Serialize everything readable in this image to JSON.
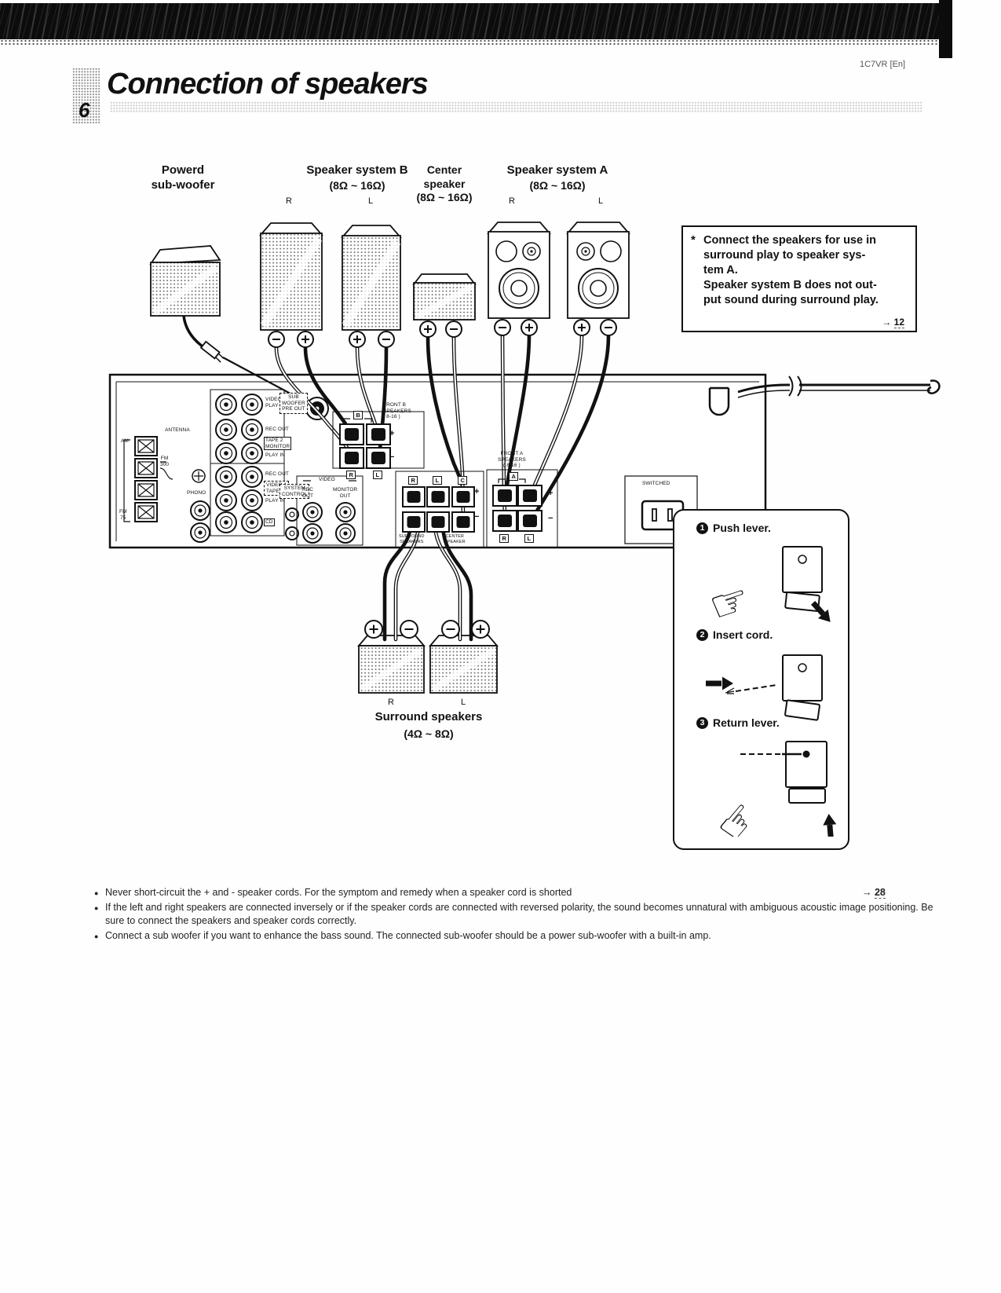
{
  "meta": {
    "doc_code": "1C7VR [En]"
  },
  "header": {
    "page_number": "6",
    "title": "Connection of speakers"
  },
  "speakers": {
    "subwoofer": "Powerd\nsub-woofer",
    "system_b": "Speaker system B",
    "system_b_imp": "(8Ω ~ 16Ω)",
    "center": "Center\nspeaker\n(8Ω ~ 16Ω)",
    "system_a": "Speaker system A",
    "system_a_imp": "(8Ω ~ 16Ω)",
    "b_r": "R",
    "b_l": "L",
    "a_r": "R",
    "a_l": "L",
    "surround": "Surround speakers",
    "surround_imp": "(4Ω ~ 8Ω)",
    "sur_r": "R",
    "sur_l": "L"
  },
  "note_box": {
    "star": "*",
    "lines": [
      "Connect the speakers for use in",
      "surround play to speaker sys-",
      "tem A.",
      "Speaker system B does not out-",
      "put sound during surround play."
    ],
    "ref_arrow": "→",
    "ref_page": "12"
  },
  "panel": {
    "antenna": "ANTENNA",
    "am": "AM",
    "fm300": "FM\n300",
    "fm75": "FM\n75",
    "phono": "PHONO",
    "video2": "VIDEO 2\nPLAY IN",
    "rec_out1": "REC OUT",
    "tape2": "TAPE 2\nMONITOR",
    "play_in1": "PLAY IN",
    "rec_out2": "REC OUT",
    "video1": "VIDEO 1\nTAPE 1",
    "play_in2": "PLAY IN",
    "cd": "CD",
    "system_control": "SYSTEM\nCONTROL",
    "sub_out": "SUB\nWOOFER\nPRE OUT",
    "front_b": "FRONT B\nSPEAKERS\n( 8-16 )",
    "sel_b": "B",
    "fb_r": "R",
    "fb_l": "L",
    "video_grp": "VIDEO",
    "rec_out3": "REC\nOUT",
    "monitor_out": "MONITOR\nOUT",
    "sur_r": "R",
    "sur_l": "L",
    "sur_c": "C",
    "surround_spk": "SURROUND\nSPEAKERS",
    "center_spk": "CENTER\nSPEAKER",
    "front_a": "FRONT A\nSPEAKERS\n( 8-16 )",
    "sel_a": "A",
    "fa_r": "R",
    "fa_l": "L",
    "switched": "SWITCHED",
    "plus": "+",
    "minus": "−"
  },
  "steps": {
    "one": {
      "num": "1",
      "label": "Push lever."
    },
    "two": {
      "num": "2",
      "label": "Insert cord."
    },
    "three": {
      "num": "3",
      "label": "Return lever."
    }
  },
  "icons": {
    "pointing_hand": "☞"
  },
  "notes": {
    "bullet": "●",
    "n1": "Never short-circuit the + and - speaker cords. For the symptom and remedy when a speaker cord is shorted",
    "n1_ref_arrow": "→",
    "n1_ref_page": "28",
    "n2": "If the left and right speakers are connected inversely or if the speaker cords are connected with reversed polarity, the sound becomes unnatural with ambiguous acoustic image positioning. Be sure to connect the speakers and speaker cords correctly.",
    "n3": "Connect a sub woofer if you want to enhance the bass sound. The connected sub-woofer should be a power sub-woofer with a built-in amp."
  }
}
